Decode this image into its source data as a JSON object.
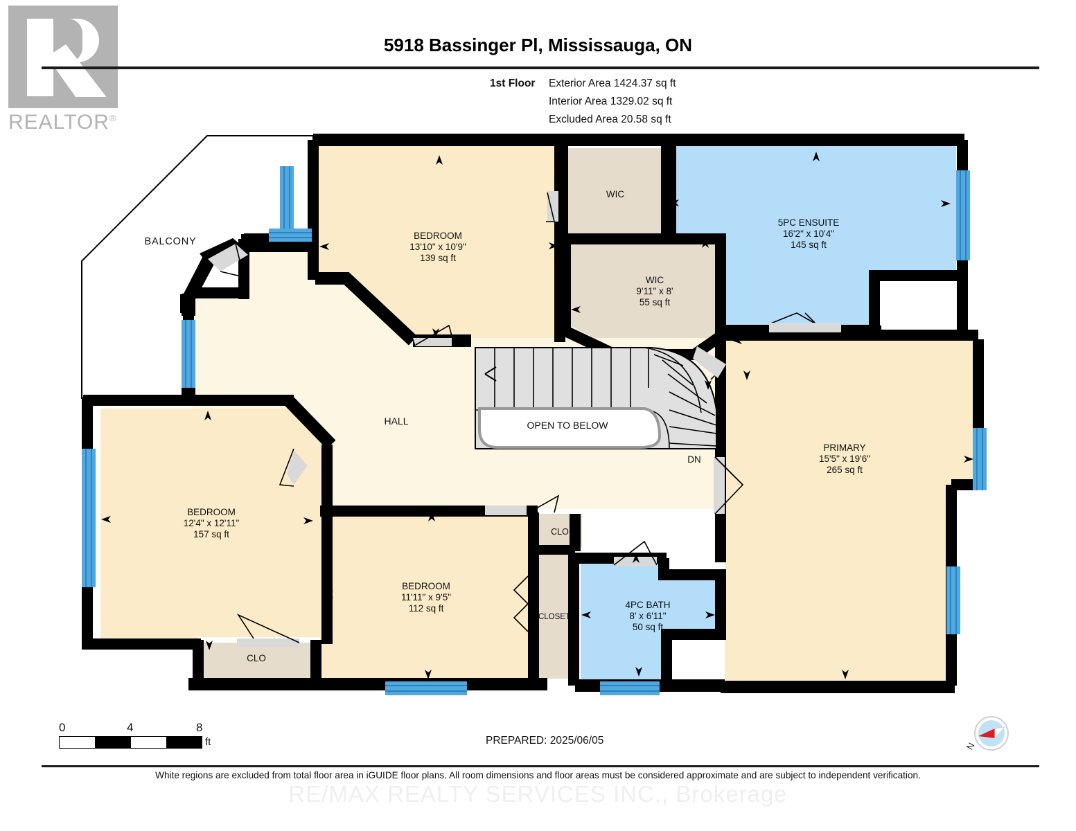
{
  "logo": {
    "word": "REALTOR",
    "reg": "®"
  },
  "header": {
    "title": "5918 Bassinger Pl, Mississauga, ON",
    "floor_label": "1st Floor",
    "exterior_area": "Exterior Area 1424.37 sq ft",
    "interior_area": "Interior Area 1329.02 sq ft",
    "excluded_area": "Excluded Area 20.58 sq ft"
  },
  "footer": {
    "scale_0": "0",
    "scale_4": "4",
    "scale_8": "8",
    "scale_unit": "ft",
    "prepared": "PREPARED: 2025/06/05",
    "disclaimer": "White regions are excluded from total floor area in iGUIDE floor plans. All room dimensions and floor areas must be considered approximate and are subject to independent verification.",
    "watermark": "RE/MAX REALTY SERVICES INC., Brokerage",
    "compass_label": "N"
  },
  "colors": {
    "wall": "#000000",
    "room_fill": "#FBEBC8",
    "hall_fill": "#FDF6E3",
    "bath_fill": "#B3DDF9",
    "closet_fill": "#E6DCCC",
    "window": "#4FA8E0",
    "stair_fill": "#E0E0E0",
    "excluded": "#FFFFFF"
  },
  "rooms": [
    {
      "id": "balcony",
      "name": "BALCONY",
      "dims": "",
      "area": ""
    },
    {
      "id": "bedroom1",
      "name": "BEDROOM",
      "dims": "13'10\" x 10'9\"",
      "area": "139 sq ft"
    },
    {
      "id": "wic1",
      "name": "WIC",
      "dims": "",
      "area": ""
    },
    {
      "id": "wic2",
      "name": "WIC",
      "dims": "9'11\" x 8'",
      "area": "55 sq ft"
    },
    {
      "id": "ensuite",
      "name": "5PC ENSUITE",
      "dims": "16'2\" x 10'4\"",
      "area": "145 sq ft"
    },
    {
      "id": "hall",
      "name": "HALL",
      "dims": "",
      "area": ""
    },
    {
      "id": "stairs",
      "name": "OPEN TO BELOW",
      "dims": "",
      "area": ""
    },
    {
      "id": "dn",
      "name": "DN",
      "dims": "",
      "area": ""
    },
    {
      "id": "primary",
      "name": "PRIMARY",
      "dims": "15'5\" x 19'6\"",
      "area": "265 sq ft"
    },
    {
      "id": "bedroom2",
      "name": "BEDROOM",
      "dims": "12'4\" x 12'11\"",
      "area": "157 sq ft"
    },
    {
      "id": "bedroom3",
      "name": "BEDROOM",
      "dims": "11'11\" x 9'5\"",
      "area": "112 sq ft"
    },
    {
      "id": "clo1",
      "name": "CLO",
      "dims": "",
      "area": ""
    },
    {
      "id": "clo2",
      "name": "CLO",
      "dims": "",
      "area": ""
    },
    {
      "id": "closet1",
      "name": "CLOSET",
      "dims": "",
      "area": ""
    },
    {
      "id": "bath",
      "name": "4PC BATH",
      "dims": "8' x 6'11\"",
      "area": "50 sq ft"
    }
  ]
}
